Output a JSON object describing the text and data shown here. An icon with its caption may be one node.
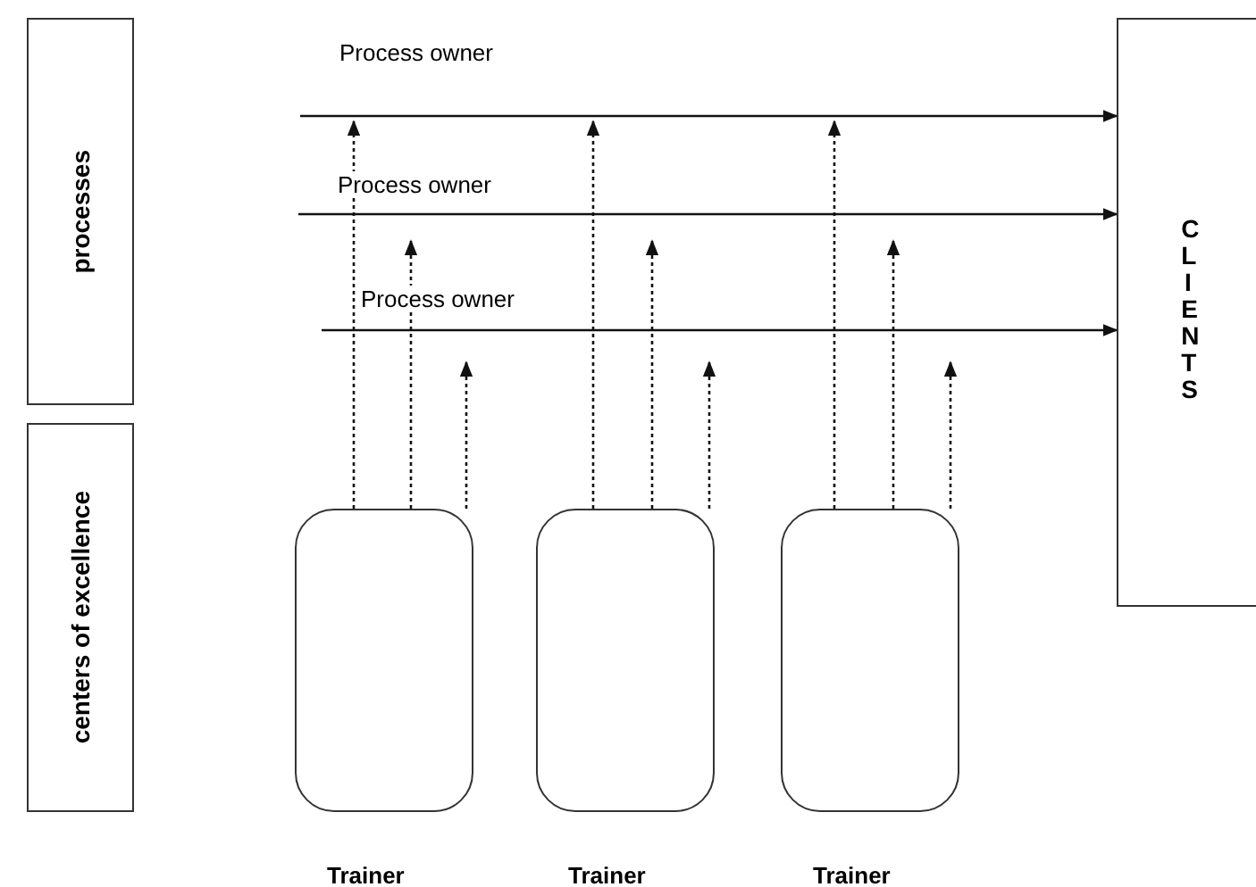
{
  "diagram": {
    "nodes": [
      {
        "text": [
          "processes"
        ]
      },
      {
        "text": [
          "centers of excellence"
        ]
      },
      {
        "text": [
          "CLIENTS"
        ]
      },
      {
        "text": [],
        "shape": "box",
        "beside": [
          "Trainer"
        ]
      },
      {
        "text": [],
        "shape": "box",
        "beside": [
          "Trainer"
        ]
      },
      {
        "text": [],
        "shape": "box",
        "beside": [
          "Trainer"
        ]
      }
    ],
    "edges": [
      {
        "from": null,
        "to": 2,
        "arrow": "to",
        "label": "Process owner"
      },
      {
        "from": null,
        "to": 2,
        "arrow": "to",
        "label": "Process owner"
      },
      {
        "from": null,
        "to": 2,
        "arrow": "to",
        "label": "Process owner"
      },
      {
        "from": 3,
        "to": null,
        "arrow": "to",
        "style": "dashed"
      },
      {
        "from": 3,
        "to": null,
        "arrow": "to",
        "style": "dashed"
      },
      {
        "from": 3,
        "to": null,
        "arrow": "to",
        "style": "dashed"
      },
      {
        "from": 4,
        "to": null,
        "arrow": "to",
        "style": "dashed"
      },
      {
        "from": 4,
        "to": null,
        "arrow": "to",
        "style": "dashed"
      },
      {
        "from": 4,
        "to": null,
        "arrow": "to",
        "style": "dashed"
      },
      {
        "from": 5,
        "to": null,
        "arrow": "to",
        "style": "dashed"
      },
      {
        "from": 5,
        "to": null,
        "arrow": "to",
        "style": "dashed"
      },
      {
        "from": 5,
        "to": null,
        "arrow": "to",
        "style": "dashed"
      }
    ]
  }
}
